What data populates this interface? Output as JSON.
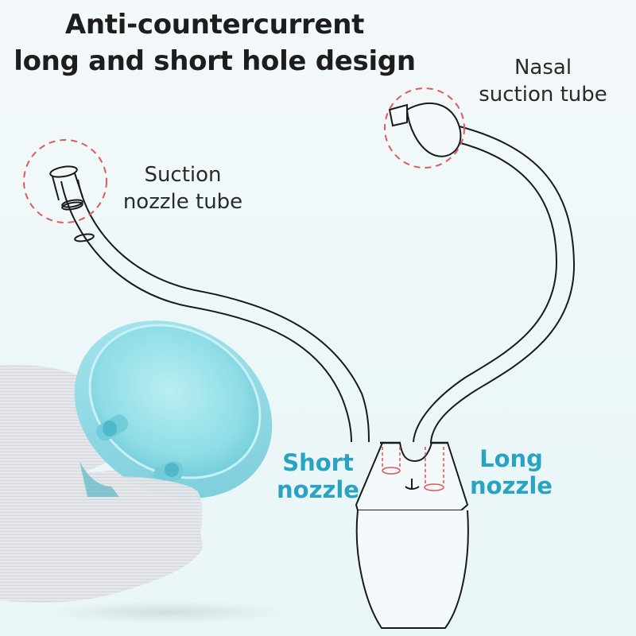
{
  "headline": {
    "line1": "Anti-countercurrent",
    "line2": "long and short hole design"
  },
  "callouts": {
    "nasal_tube": {
      "line1": "Nasal",
      "line2": "suction tube"
    },
    "suction_nozzle": {
      "line1": "Suction",
      "line2": "nozzle tube"
    },
    "short_nozzle": {
      "line1": "Short",
      "line2": "nozzle"
    },
    "long_nozzle": {
      "line1": "Long",
      "line2": "nozzle"
    }
  },
  "colors": {
    "background": "#eef7f9",
    "headline_text": "#1d1d1d",
    "label_text": "#2a2a2a",
    "accent_blue": "#2aa3c2",
    "highlight_red": "#e05a5a",
    "cap_blue": "#8fdde6",
    "glove_white": "#e6e8ec"
  }
}
